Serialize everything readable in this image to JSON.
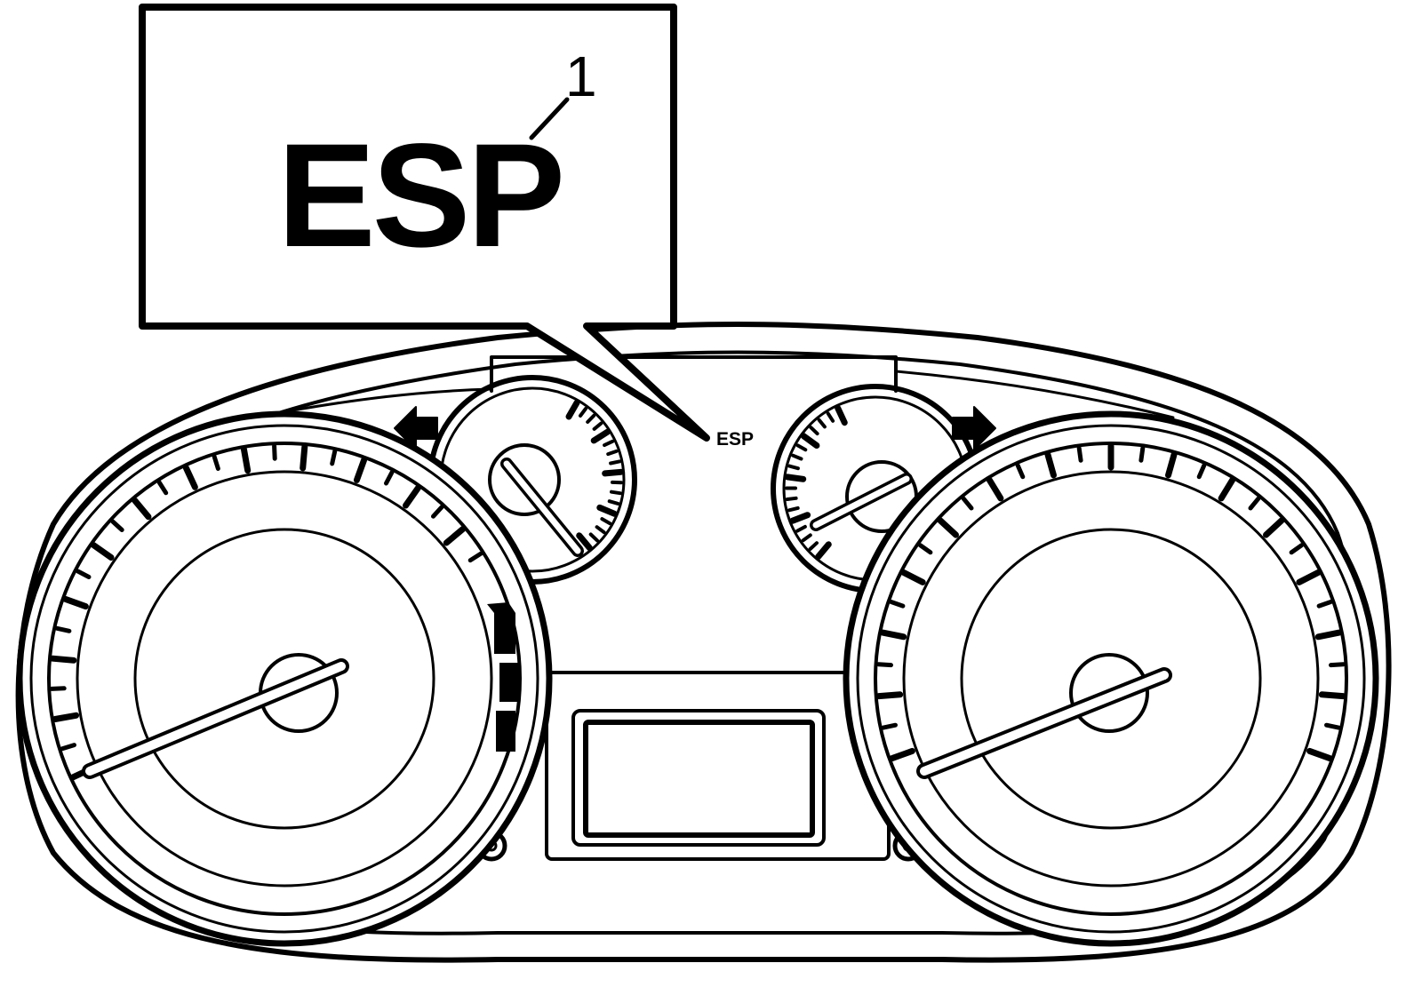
{
  "callout": {
    "label": "ESP",
    "number": "1"
  },
  "cluster": {
    "indicator_label": "ESP"
  },
  "colors": {
    "line": "#000000",
    "fill": "#ffffff"
  },
  "icons": {
    "left_arrow": "turn-signal-left-icon",
    "right_arrow": "turn-signal-right-icon"
  }
}
